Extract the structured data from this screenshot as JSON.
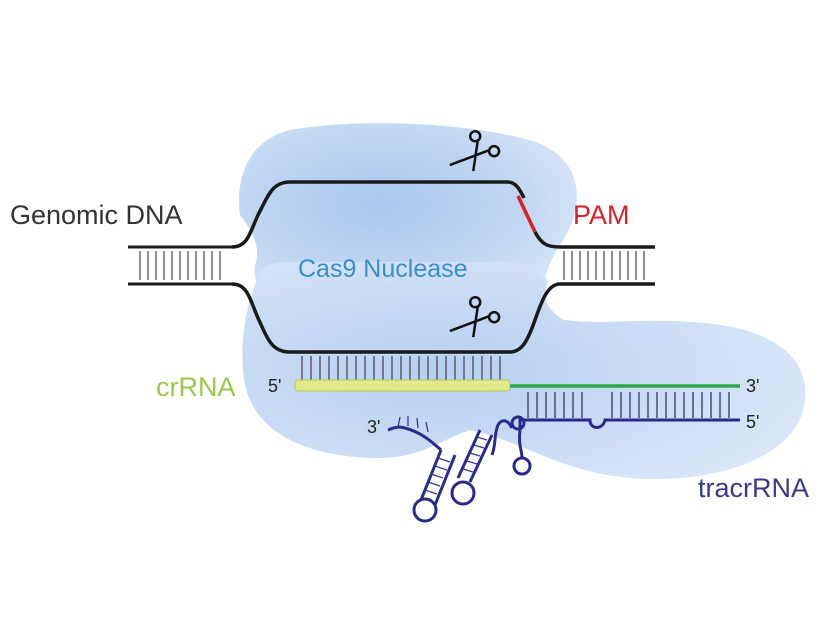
{
  "labels": {
    "genomic_dna": "Genomic DNA",
    "pam": "PAM",
    "cas9": "Cas9 Nuclease",
    "crrna": "crRNA",
    "tracrrna": "tracrRNA"
  },
  "ends": {
    "crrna_5": "5'",
    "crrna_3": "3'",
    "tracr_3": "3'",
    "tracr_5": "5'"
  },
  "colors": {
    "dna": "#1a1a1a",
    "pam": "#d9202a",
    "cas9_text": "#3a8fc8",
    "crrna_text": "#9cc84a",
    "crrna_strand": "#dfe98a",
    "tracr_guide": "#2ca84a",
    "tracr_strand": "#2a2a8c",
    "protein": "#c7dcf2"
  },
  "icons": [
    "scissors-icon",
    "scissors-icon"
  ]
}
